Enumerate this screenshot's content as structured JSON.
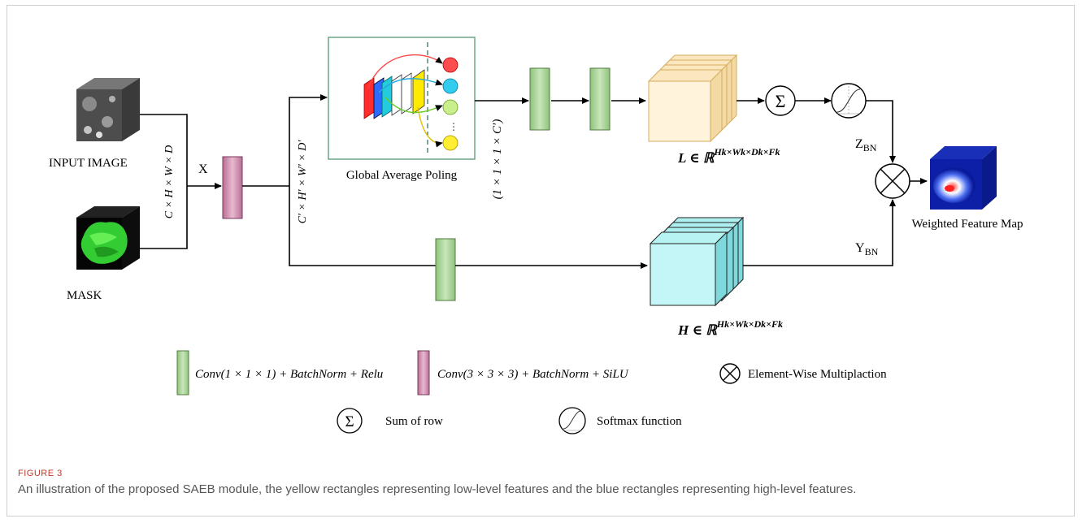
{
  "diagram": {
    "input_label": "INPUT IMAGE",
    "mask_label": "MASK",
    "x_label": "X",
    "input_dims": "C × H × W × D",
    "branch_dims": "C′ × H′ × W′ × D′",
    "gap_label": "Global  Average Poling",
    "gap_dims": "(1 × 1 × 1 × C′)",
    "l_set": "L ∈ ℝ",
    "l_sup": "Hk×Wk×Dk×Fk",
    "h_set": "H ∈ ℝ",
    "h_sup": "Hk×Wk×Dk×Fk",
    "sum_symbol": "Σ",
    "z_label": "Z",
    "z_sub": "BN",
    "y_label": "Y",
    "y_sub": "BN",
    "output_label": "Weighted Feature Map"
  },
  "legend": {
    "green_label": "Conv(1 × 1 × 1) + BatchNorm + Relu",
    "pink_label": "Conv(3 × 3 × 3) + BatchNorm + SiLU",
    "mult_label": "Element-Wise Multiplaction",
    "sum_symbol": "Σ",
    "sum_label": "Sum of  row",
    "softmax_label": "Softmax function"
  },
  "caption": {
    "label": "FIGURE 3",
    "text": "An illustration of the proposed SAEB module, the yellow rectangles representing low-level features and the blue rectangles representing high-level features."
  },
  "colors": {
    "green_block": "#b5d9a6",
    "pink_block": "#d9a0bd",
    "yellow_feature": "#fbe6bf",
    "blue_feature": "#aeeff0",
    "caption_label": "#c0392b"
  }
}
